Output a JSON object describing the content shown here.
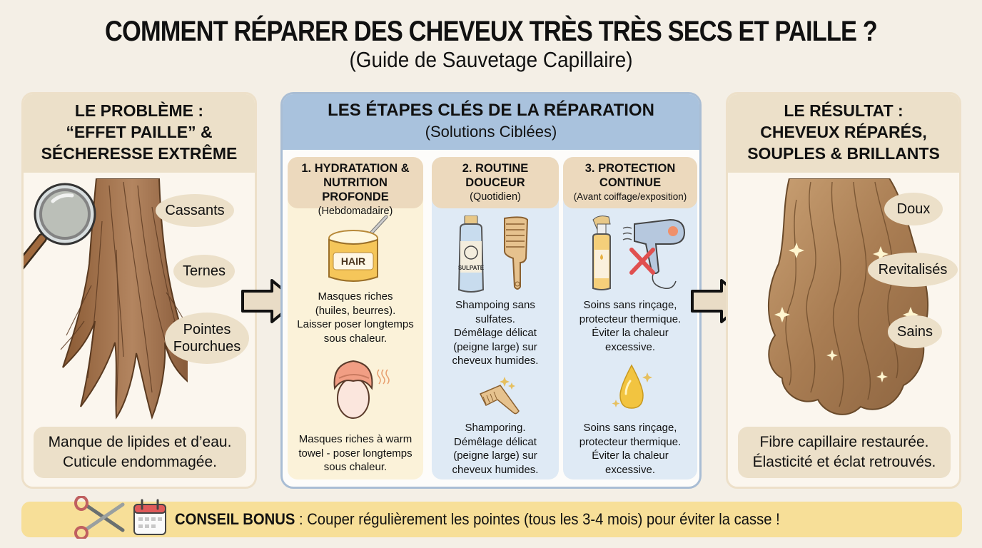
{
  "header": {
    "title": "COMMENT RÉPARER DES CHEVEUX TRÈS TRÈS SECS ET PAILLE ?",
    "subtitle": "(Guide de Sauvetage Capillaire)"
  },
  "problem": {
    "heading": [
      "LE PROBLÈME :",
      "“EFFET PAILLE” &",
      "SÉCHERESSE EXTRÊME"
    ],
    "tags": [
      "Cassants",
      "Ternes",
      "Pointes Fourchues"
    ],
    "tags_lines": {
      "pointes": [
        "Pointes",
        "Fourchues"
      ]
    },
    "summary": [
      "Manque de lipides et d’eau.",
      "Cuticule endommagée."
    ],
    "icons": [
      "magnifying-glass-icon",
      "damaged-hair-illustration"
    ]
  },
  "steps": {
    "heading": "LES ÉTAPES CLÉS DE LA RÉPARATION",
    "subheading": "(Solutions Ciblées)",
    "columns": [
      {
        "title": [
          "1. HYDRATATION &",
          "NUTRITION PROFONDE"
        ],
        "frequency": "(Hebdomadaire)",
        "icon_1": "hair-mask-jar-icon",
        "jar_label": "HAIR",
        "text_1": [
          "Masques riches",
          "(huiles, beurres).",
          "Laisser poser longtemps",
          "sous chaleur."
        ],
        "icon_2": "towel-turban-icon",
        "text_2": [
          "Masques riches à warm",
          "towel - poser longtemps",
          "sous chaleur."
        ]
      },
      {
        "title": [
          "2. ROUTINE",
          "DOUCEUR"
        ],
        "frequency": "(Quotidien)",
        "icon_1": "shampoo-bottle-and-comb-icon",
        "bottle_label": "SULPATE",
        "text_1": [
          "Shampoing sans",
          "sulfates.",
          "Démêlage délicat",
          "(peigne large) sur",
          "cheveux humides."
        ],
        "icon_2": "sparkling-comb-icon",
        "text_2": [
          "Shamporing.",
          "Démêlage délicat",
          "(peigne large) sur",
          "cheveux humides."
        ]
      },
      {
        "title": [
          "3. PROTECTION",
          "CONTINUE"
        ],
        "frequency": "(Avant coiffage/exposition)",
        "icon_1": "spray-and-crossed-hairdryer-icon",
        "text_1": [
          "Soins sans rinçage,",
          "protecteur thermique.",
          "Éviter la chaleur",
          "excessive."
        ],
        "icon_2": "oil-drop-icon",
        "text_2": [
          "Soins sans rinçage,",
          "protecteur thermique.",
          "Éviter la chaleur",
          "excessive."
        ]
      }
    ]
  },
  "result": {
    "heading": [
      "LE RÉSULTAT :",
      "CHEVEUX RÉPARÉS,",
      "SOUPLES & BRILLANTS"
    ],
    "tags": [
      "Doux",
      "Revitalisés",
      "Sains"
    ],
    "summary": [
      "Fibre capillaire restaurée.",
      "Élasticité et éclat retrouvés."
    ],
    "icons": [
      "shiny-wavy-hair-illustration"
    ]
  },
  "bonus": {
    "label": "CONSEIL BONUS",
    "separator": " : ",
    "text": "Couper régulièrement les pointes (tous les 3-4 mois) pour éviter la casse !",
    "icons": [
      "scissors-icon",
      "calendar-icon"
    ]
  },
  "colors": {
    "background": "#f4efe6",
    "beige_header": "#ece0c9",
    "blue_header": "#a9c2dd",
    "yellow_column": "#fbf2d9",
    "blue_column": "#dfeaf5",
    "bonus_banner": "#f7df98",
    "hair_brown": "#b08050",
    "arrow_fill": "#e9dcc6"
  }
}
